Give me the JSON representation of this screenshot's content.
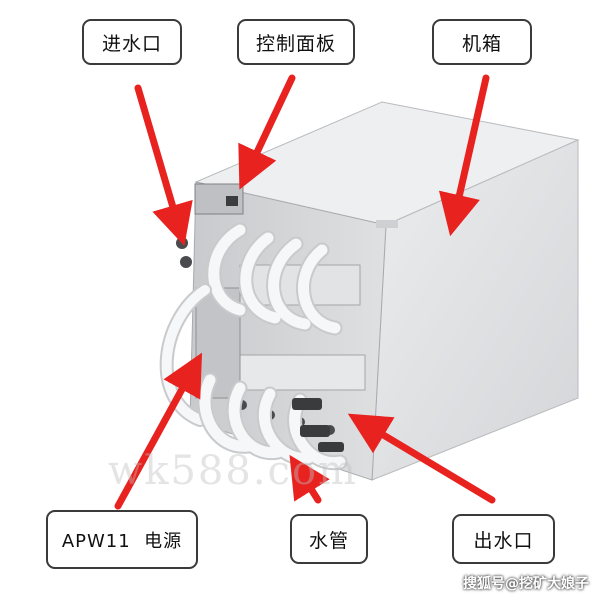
{
  "labels": {
    "inlet": "进水口",
    "control_panel": "控制面板",
    "chassis": "机箱",
    "psu": "APW11  电源",
    "water_pipe": "水管",
    "outlet": "出水口"
  },
  "watermark": "wk588.com",
  "credit": "搜狐号@挖矿大娘子",
  "colors": {
    "arrow": "#e8231f",
    "chassis_side": "#e3e4e6",
    "chassis_top": "#eeeff0",
    "front_panel": "#d6d7da",
    "hose": "#f4f5f6",
    "label_border": "#3a3a3a"
  }
}
